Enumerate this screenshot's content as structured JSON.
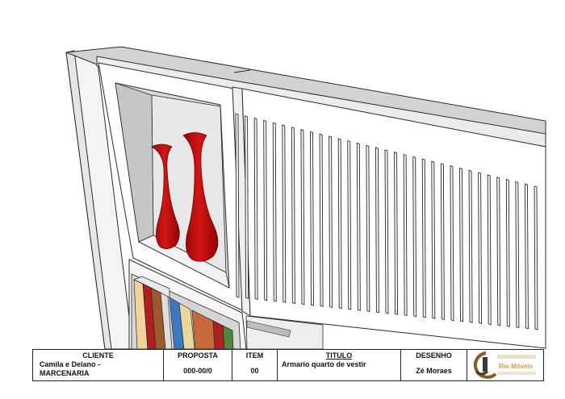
{
  "scene": {
    "colors": {
      "vase": "#c90c0c",
      "vase_shadow": "#8e0606",
      "cabinet_fill": "#ffffff",
      "cabinet_gray": "#c9c9c9",
      "edge": "#2a2a2a"
    },
    "objects": [
      "wardrobe-cabinet",
      "display-niche",
      "red-vase",
      "red-vase",
      "slatted-door",
      "book-row"
    ]
  },
  "titleblock": {
    "cliente_header": "CLIENTE",
    "cliente_line1": "Camila e Delano -",
    "cliente_line2": "MARCENARIA",
    "proposta_header": "PROPOSTA",
    "proposta_value": "000-00/0",
    "item_header": "ITEM",
    "item_value": "00",
    "titulo_header": "TITULO",
    "titulo_value": "Armario quarto de vestir",
    "desenho_header": "DESENHO",
    "desenho_value": "Zé Moraes",
    "logo_name": "Rio Móveis",
    "logo_icon": "rio-moveis-logo-icon"
  }
}
